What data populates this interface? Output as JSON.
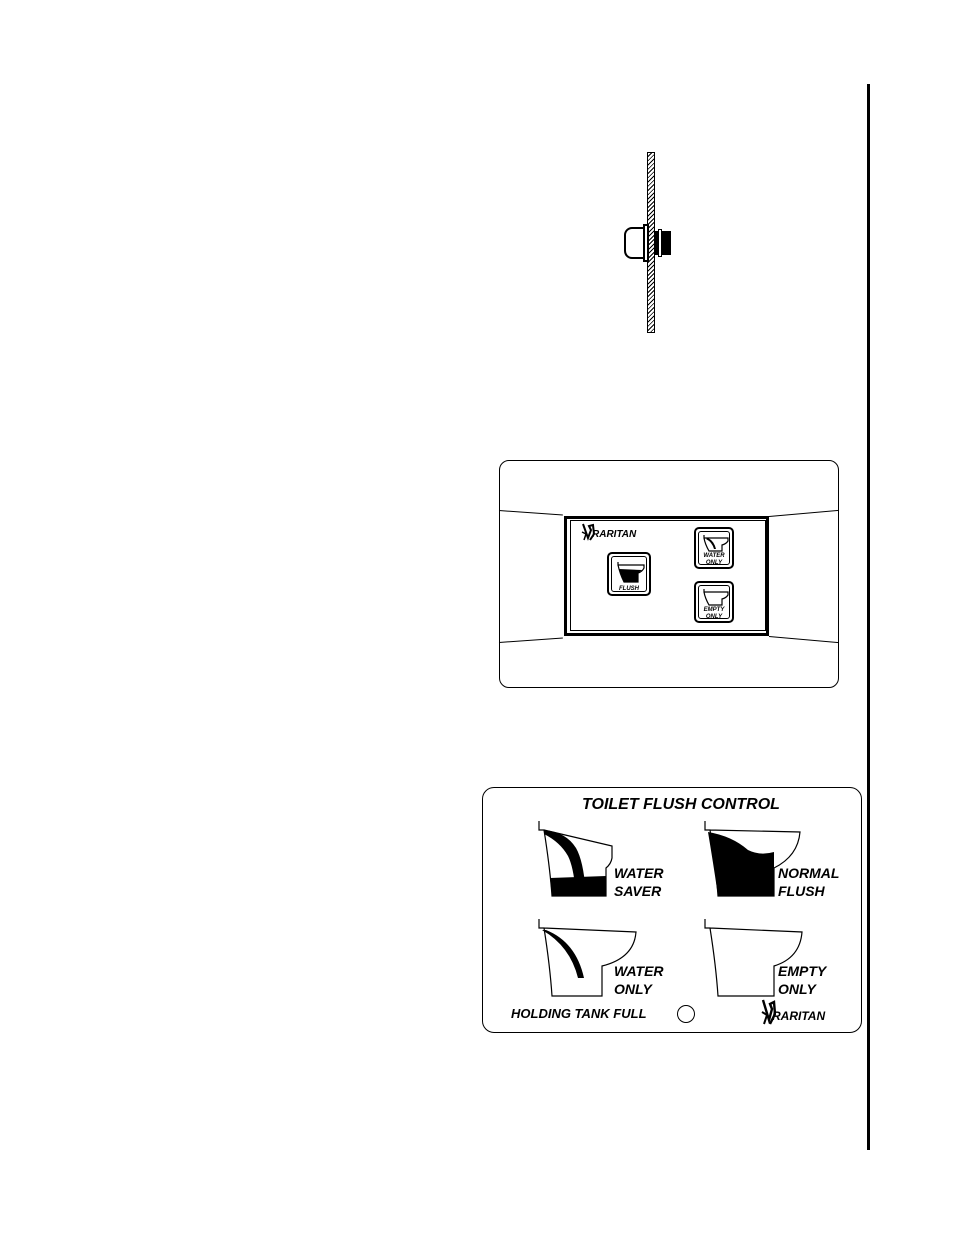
{
  "panel_label": {
    "title": "TOILET FLUSH CONTROL",
    "modes": [
      {
        "line1": "WATER",
        "line2": "SAVER",
        "icon": "water-saver-icon"
      },
      {
        "line1": "NORMAL",
        "line2": "FLUSH",
        "icon": "normal-flush-icon"
      },
      {
        "line1": "WATER",
        "line2": "ONLY",
        "icon": "water-only-icon"
      },
      {
        "line1": "EMPTY",
        "line2": "ONLY",
        "icon": "empty-only-icon"
      }
    ],
    "tank_indicator_label": "HOLDING TANK FULL",
    "brand": "RARITAN"
  },
  "switch_panel": {
    "brand": "RARITAN",
    "buttons": {
      "flush": "FLUSH",
      "water_only_1": "WATER",
      "water_only_2": "ONLY",
      "empty_only_1": "EMPTY",
      "empty_only_2": "ONLY"
    }
  }
}
